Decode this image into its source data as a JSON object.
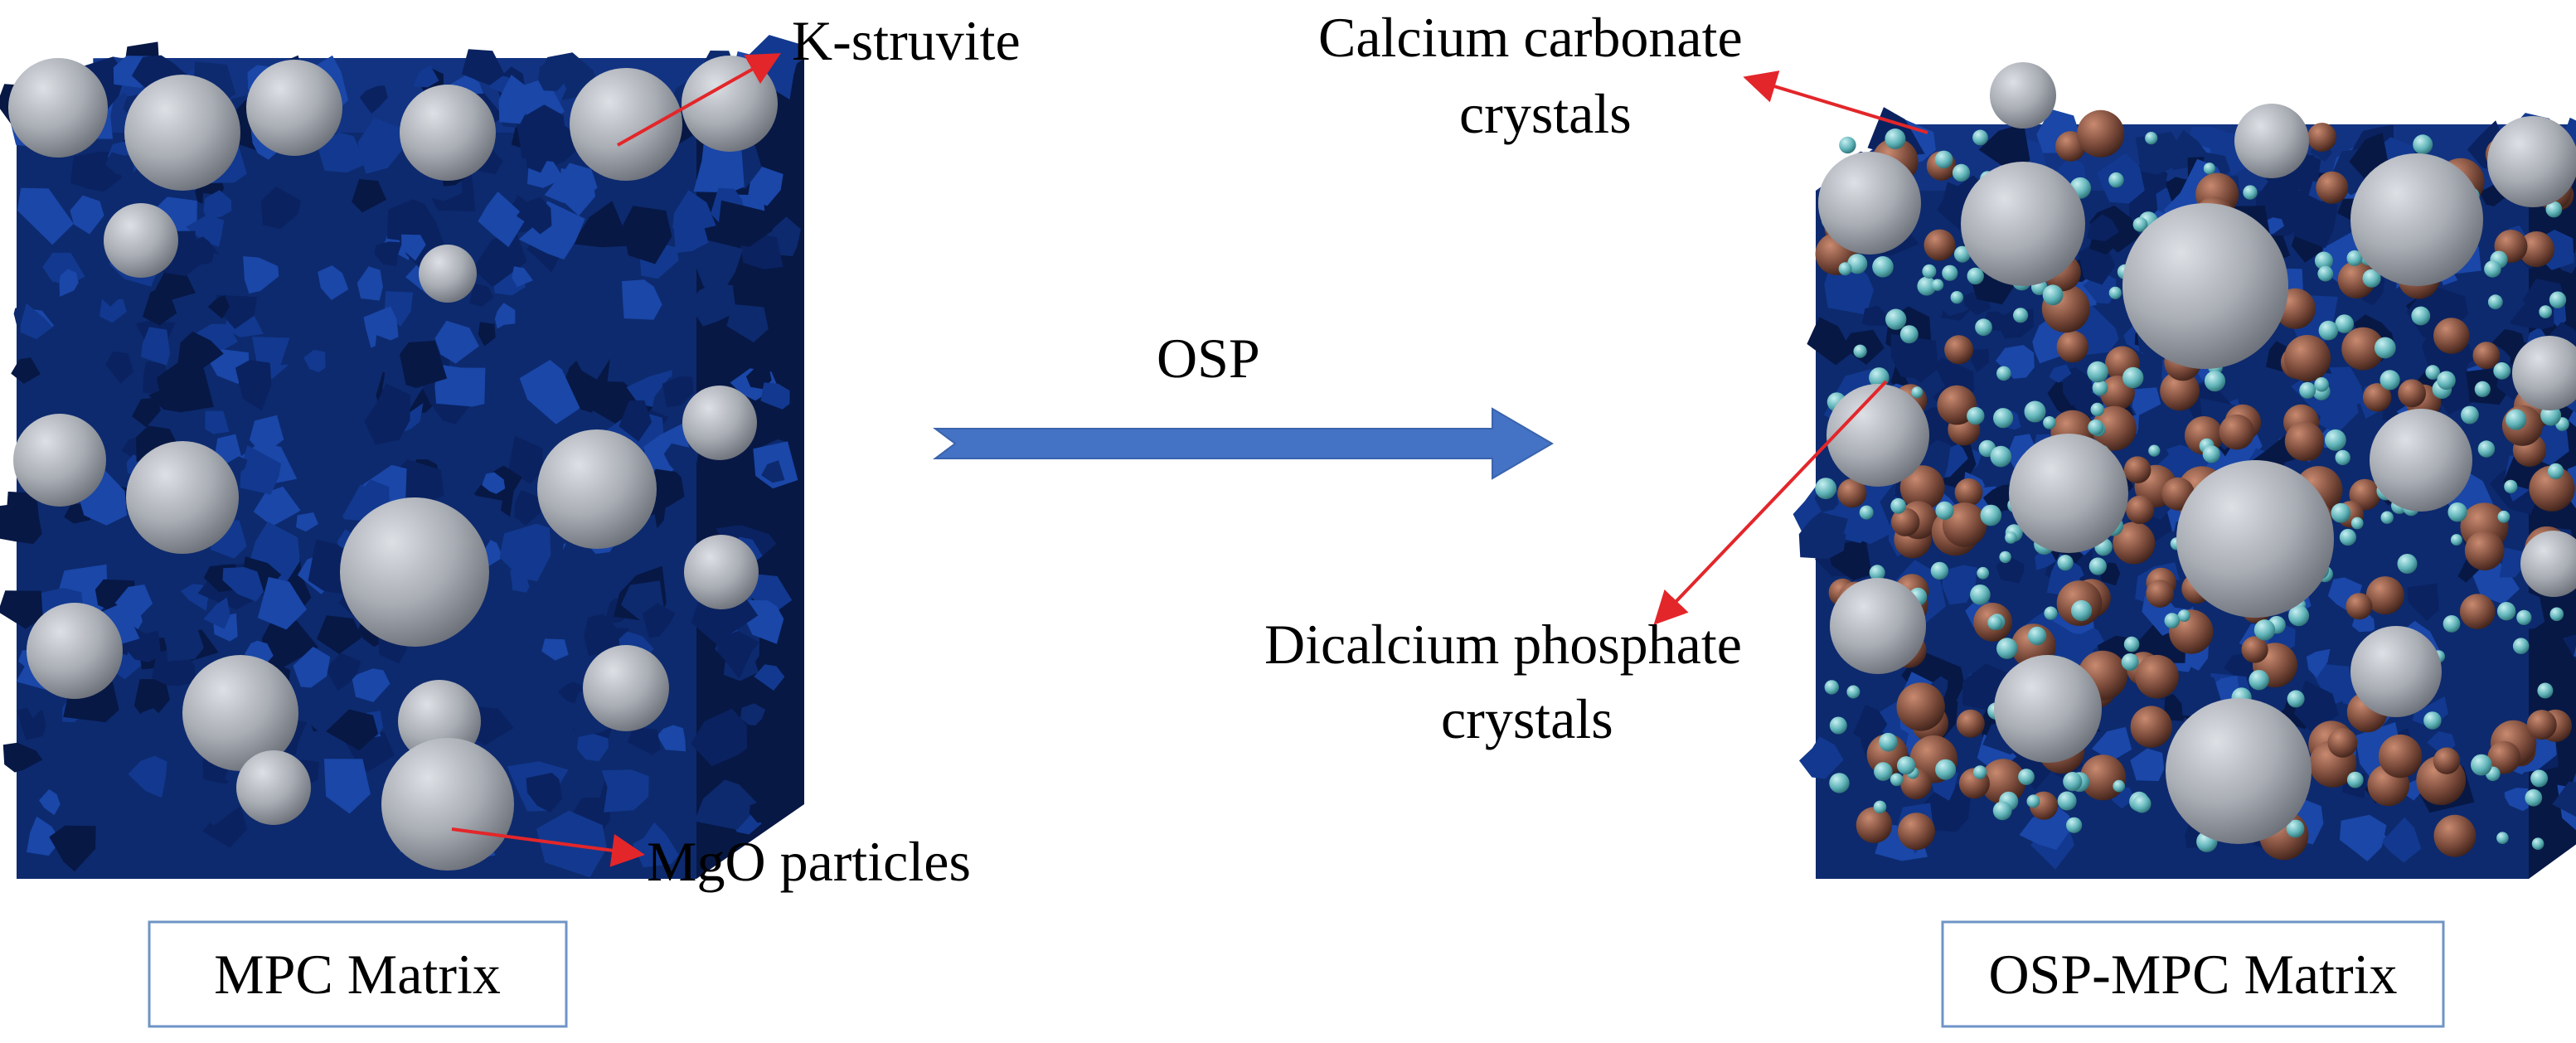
{
  "labels": {
    "k_struvite": "K-struvite",
    "mgo_particles": "MgO particles",
    "calcium_carbonate_line1": "Calcium carbonate",
    "calcium_carbonate_line2": "crystals",
    "dicalcium_line1": "Dicalcium phosphate",
    "dicalcium_line2": "crystals",
    "process": "OSP"
  },
  "captions": {
    "left": "MPC Matrix",
    "right": "OSP-MPC Matrix"
  },
  "colors": {
    "struvite_blue": "#0d2a6e",
    "struvite_dark": "#071845",
    "mgo_grey": "#a9adb4",
    "caco3_brown": "#7a4a3a",
    "dcp_cyan": "#5fb3b8",
    "pointer_red": "#e3262a",
    "process_arrow": "#4472c4",
    "caption_border": "#6f94c6"
  }
}
